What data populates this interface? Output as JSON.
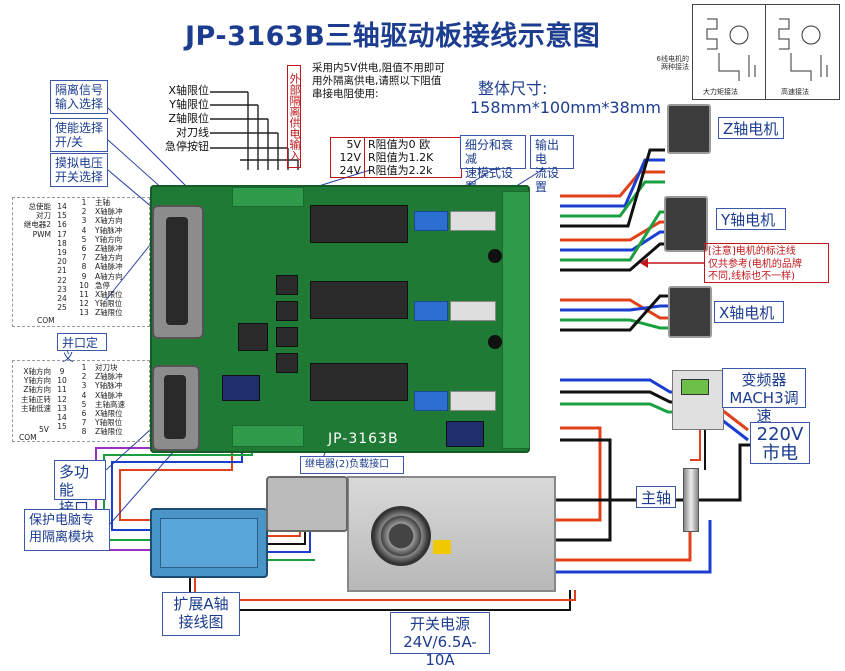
{
  "title": "JP-3163B三轴驱动板接线示意图",
  "callouts": {
    "isolation": "隔离信号\n输入选择",
    "enable": "使能选择\n开/关",
    "analog": "摸拟电压\n开关选择",
    "port_def": "并口定义",
    "multi": "多功能\n接口",
    "protect": "保护电脑专\n用隔离模块",
    "expand": "扩展A轴\n接线图",
    "subdiv": "细分和衰减\n速模式设置",
    "current": "输出电\n流设置",
    "relay_load": "继电器(2)负载接口",
    "external_ch": "外部隔离供电输入"
  },
  "size": {
    "label": "整体尺寸:",
    "value": "158mm*100mm*38mm"
  },
  "power_note": "采用内5V供电,阻值不用即可\n用外隔离供电,请照以下阻值\n串接电阻使用:",
  "resistor_table": [
    {
      "v": "5V",
      "r": "R阻值为0 欧"
    },
    {
      "v": "12V",
      "r": "R阻值为1.2K"
    },
    {
      "v": "24V",
      "r": "R阻值为2.2k"
    }
  ],
  "inputs": [
    "X轴限位",
    "Y轴限位",
    "Z轴限位",
    "对刀线",
    "急停按钮"
  ],
  "motors": {
    "z": "Z轴电机",
    "y": "Y轴电机",
    "x": "X轴电机"
  },
  "warning": "[注意]电机的标注线\n仅共参考(电机的品牌\n不同,线标也不一样)",
  "inverter": "变频器\nMACH3调速",
  "mains": "220V\n市电",
  "spindle": "主轴",
  "psu": {
    "label": "开关电源\n24V/6.5A-10A"
  },
  "board_label": "JP-3163B",
  "wiring_small": {
    "caption": "6线电机的\n两种接法",
    "left": "大力矩接法",
    "right": "高速接法"
  },
  "db25_top": {
    "left_labels": [
      "总使能",
      "对刀",
      "继电器2",
      "PWM",
      "",
      "",
      "",
      "",
      "",
      "",
      "",
      "",
      "",
      "COM"
    ],
    "right_labels": [
      "主轴",
      "X轴脉冲",
      "X轴方向",
      "Y轴脉冲",
      "Y轴方向",
      "Z轴脉冲",
      "Z轴方向",
      "A轴脉冲",
      "A轴方向",
      "急停",
      "X轴限位",
      "Y轴限位",
      "Z轴限位"
    ],
    "left_pins": [
      "14",
      "15",
      "16",
      "17",
      "18",
      "19",
      "20",
      "21",
      "22",
      "23",
      "24",
      "25"
    ],
    "right_pins": [
      "1",
      "2",
      "3",
      "4",
      "5",
      "6",
      "7",
      "8",
      "9",
      "10",
      "11",
      "12",
      "13"
    ]
  },
  "db15": {
    "left_labels": [
      "X轴方向",
      "Y轴方向",
      "Z轴方向",
      "主轴正转",
      "主轴低速"
    ],
    "right_labels": [
      "对刀块",
      "Z轴脉冲",
      "Y轴脉冲",
      "X轴脉冲",
      "主轴高速",
      "X轴限位",
      "Y轴限位",
      "Z轴限位"
    ],
    "left_pins": [
      "9",
      "10",
      "11",
      "12",
      "13",
      "14",
      "15"
    ],
    "right_pins": [
      "1",
      "2",
      "3",
      "4",
      "5",
      "6",
      "7",
      "8"
    ],
    "gnd": "5V",
    "com": "COM"
  },
  "colors": {
    "board": "#1e7a34",
    "title": "#1b3c8f",
    "accent_red": "#c0161a",
    "wire_red": "#e0401a",
    "wire_blue": "#1a3fd0",
    "wire_green": "#1aa040",
    "wire_black": "#111111"
  }
}
